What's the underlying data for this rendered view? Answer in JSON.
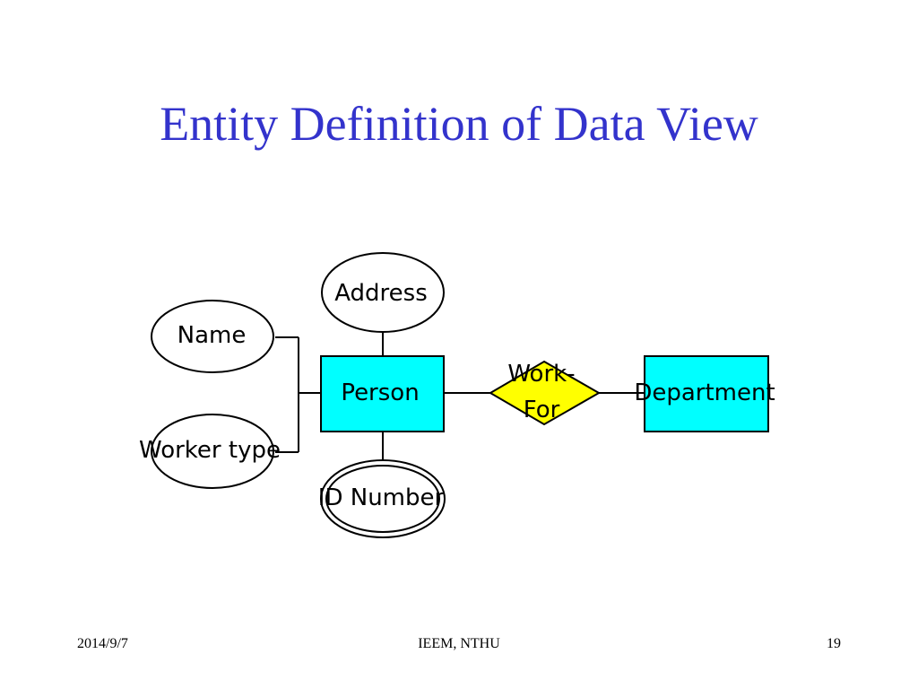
{
  "slide": {
    "title": "Entity Definition of Data View",
    "footer_left": "2014/9/7",
    "footer_center": "IEEM, NTHU",
    "footer_right": "19"
  },
  "diagram": {
    "entities": {
      "person": "Person",
      "department": "Department"
    },
    "relationship": {
      "line1": "Work-",
      "line2": "For"
    },
    "attributes": {
      "address": "Address",
      "name": "Name",
      "worker_type": "Worker type",
      "id_number": "ID Number"
    }
  },
  "colors": {
    "title": "#3333cc",
    "entity_fill": "#00ffff",
    "relationship_fill": "#ffff00"
  }
}
